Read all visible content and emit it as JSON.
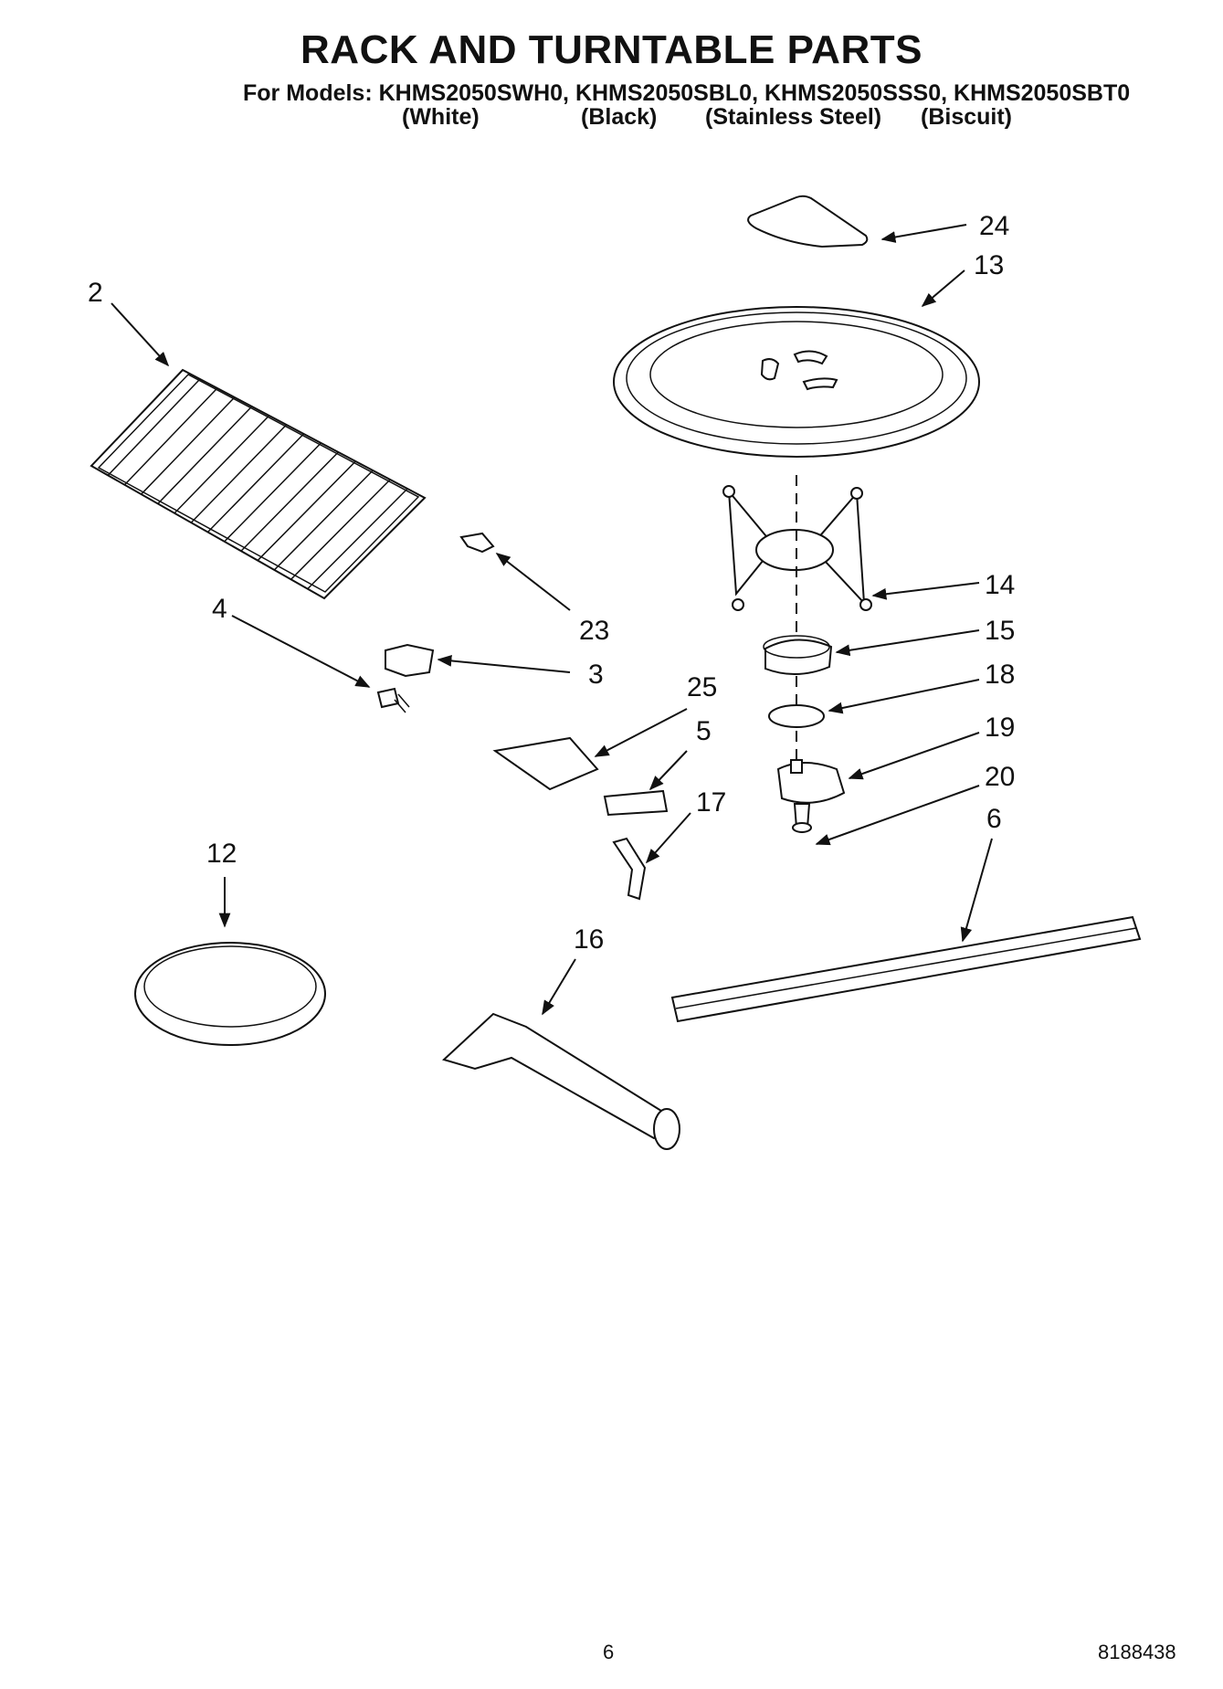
{
  "header": {
    "title": "RACK AND TURNTABLE PARTS",
    "models_line": "For Models: KHMS2050SWH0, KHMS2050SBL0, KHMS2050SSS0, KHMS2050SBT0",
    "colors": [
      "(White)",
      "(Black)",
      "(Stainless Steel)",
      "(Biscuit)"
    ]
  },
  "callouts": [
    "24",
    "13",
    "2",
    "14",
    "23",
    "15",
    "4",
    "3",
    "18",
    "25",
    "5",
    "19",
    "20",
    "17",
    "6",
    "12",
    "16"
  ],
  "footer": {
    "page_number": "6",
    "doc_number": "8188438"
  }
}
